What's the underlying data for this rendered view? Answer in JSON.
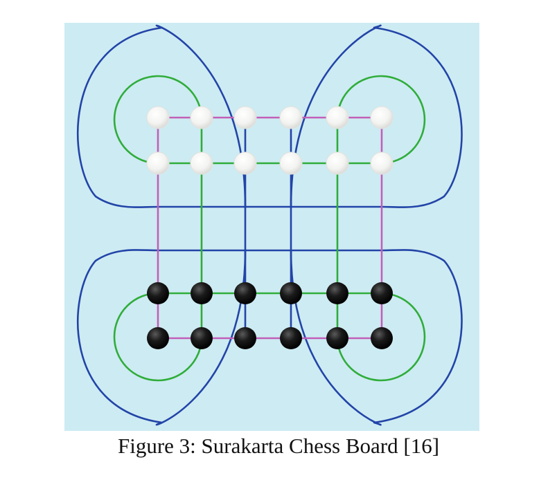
{
  "caption": "Figure 3: Surakarta Chess Board [16]",
  "colors": {
    "background": "#cdebf2",
    "outer_circuit": "#2244a8",
    "inner_circuit": "#2fad3a",
    "edge_lines": "#c25fb8",
    "white_piece": "#f6f6f4",
    "black_piece": "#111111"
  },
  "board": {
    "grid_size": 6,
    "white_piece_rows": [
      0,
      1
    ],
    "black_piece_rows": [
      4,
      5
    ]
  }
}
